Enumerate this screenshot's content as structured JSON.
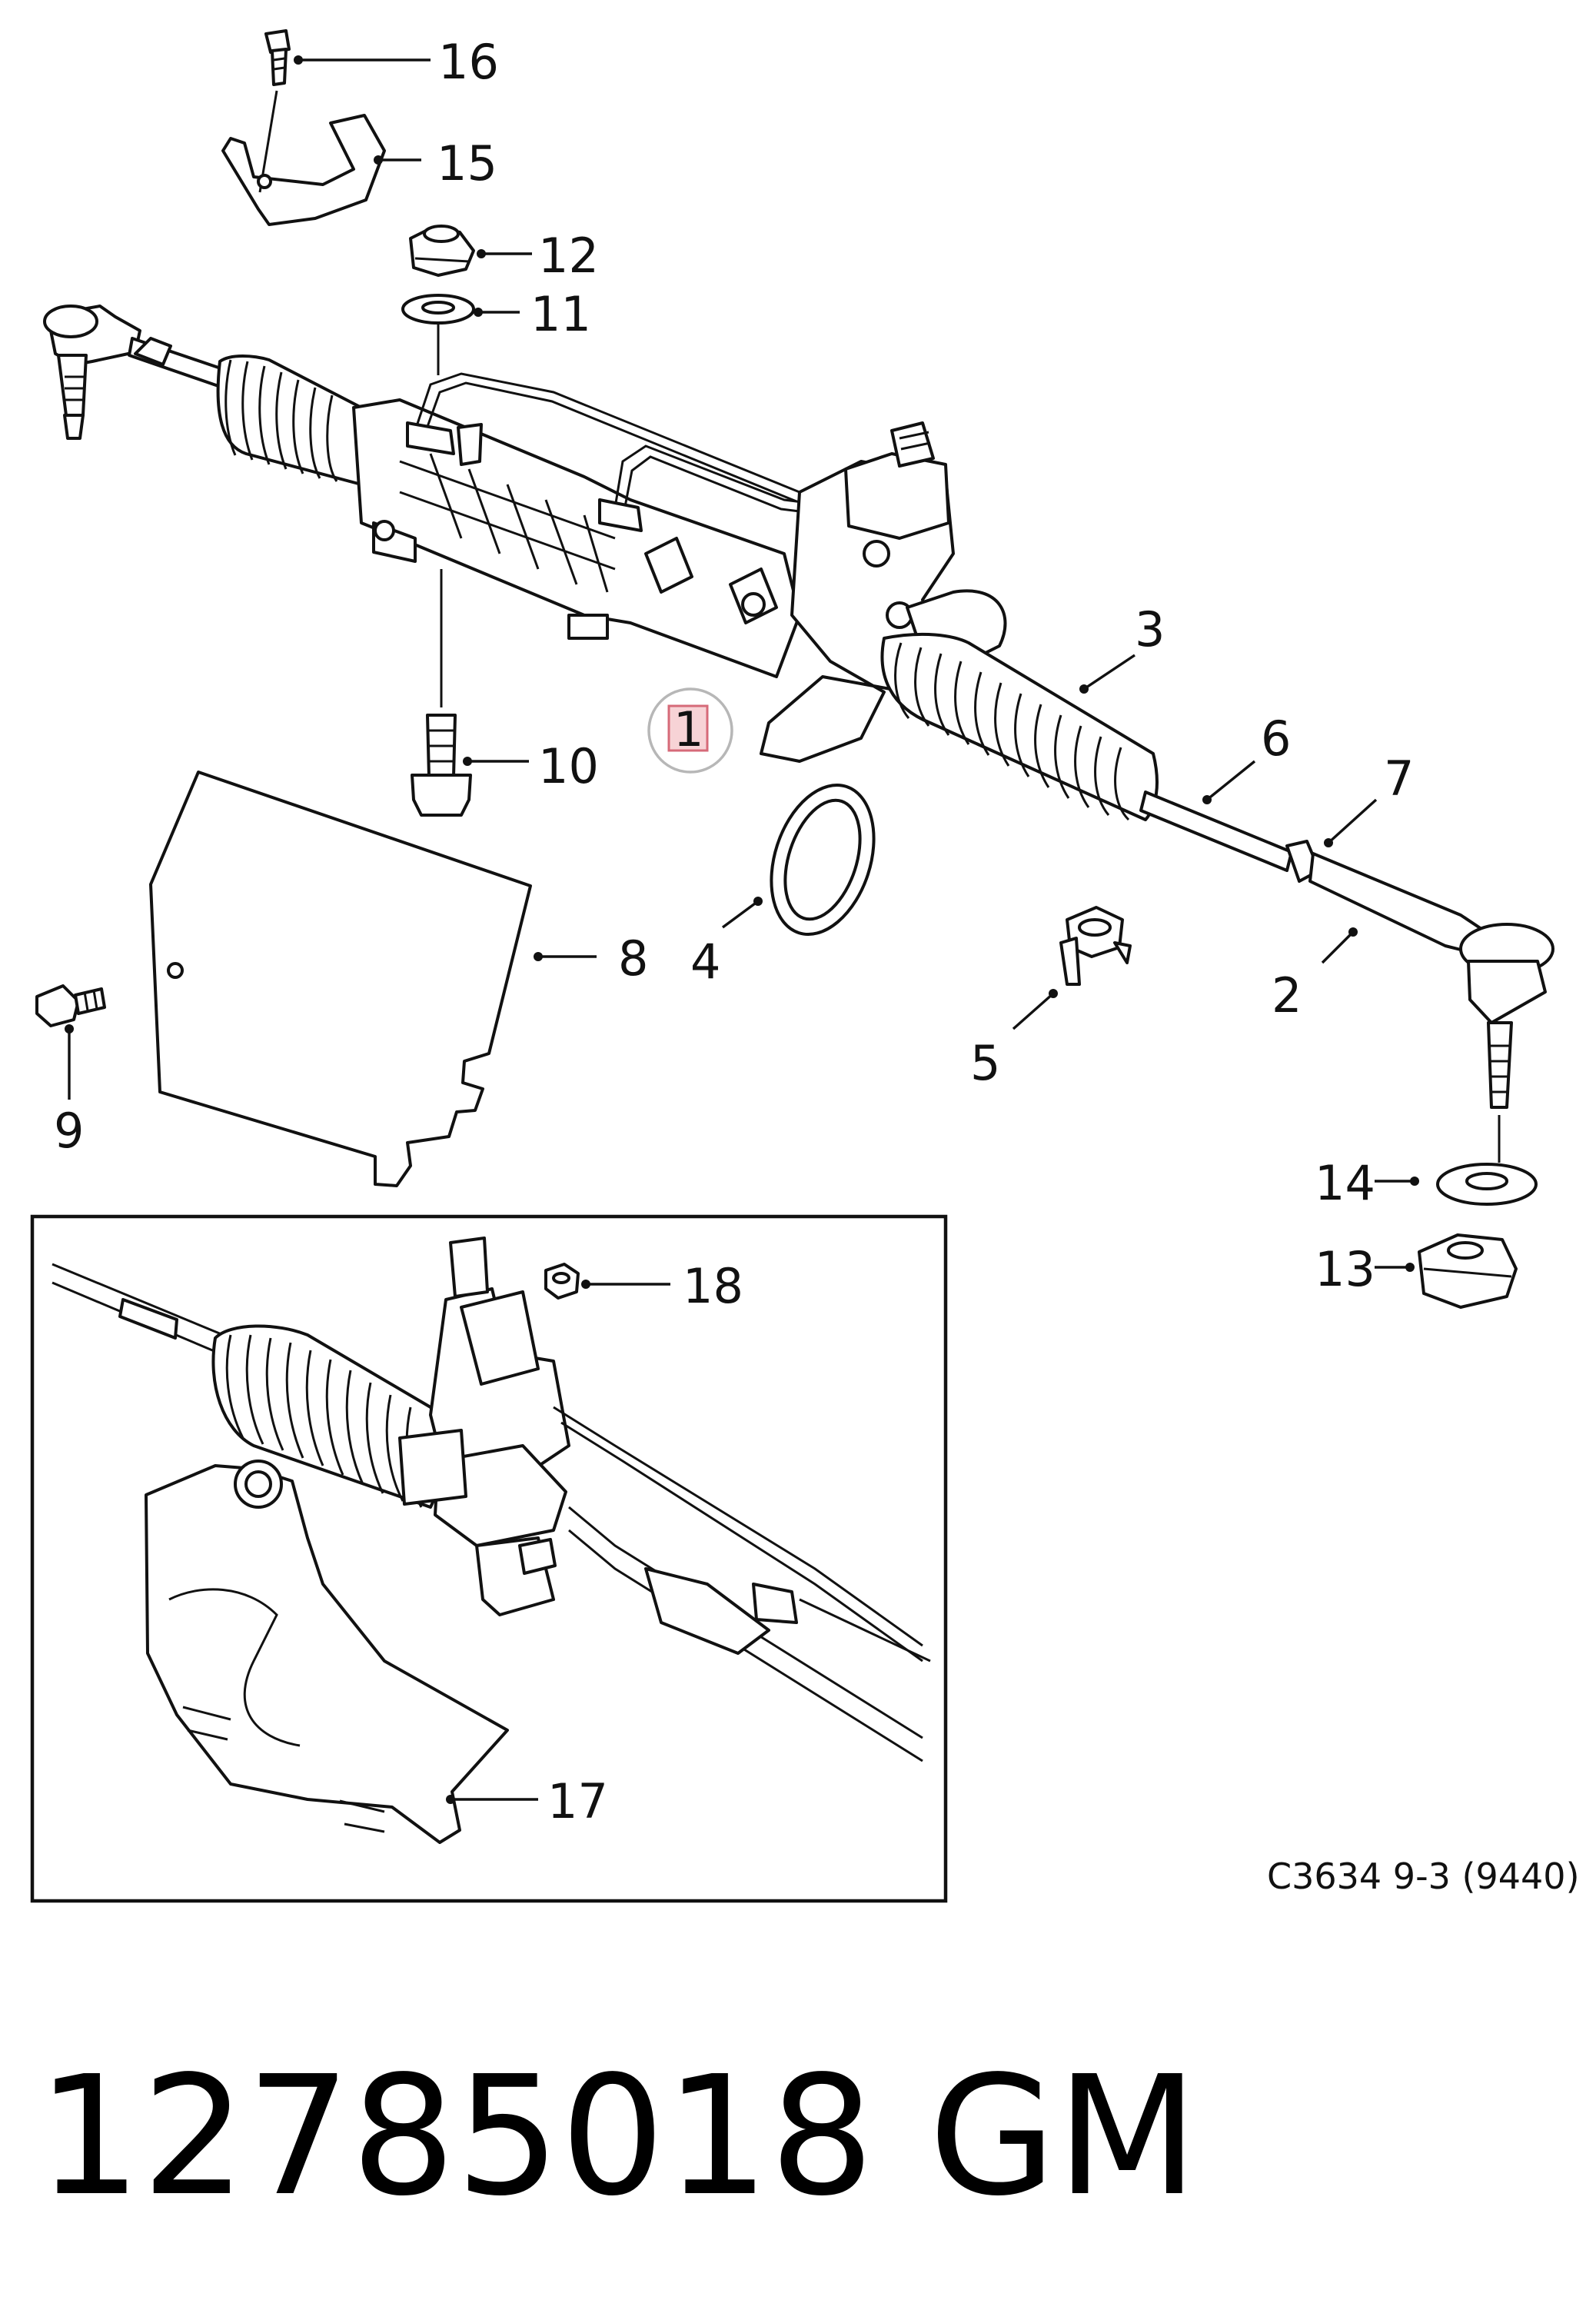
{
  "callouts": [
    {
      "num": "1",
      "note": "selected"
    },
    {
      "num": "2"
    },
    {
      "num": "3"
    },
    {
      "num": "4"
    },
    {
      "num": "5"
    },
    {
      "num": "6"
    },
    {
      "num": "7"
    },
    {
      "num": "8"
    },
    {
      "num": "9"
    },
    {
      "num": "10"
    },
    {
      "num": "11"
    },
    {
      "num": "12"
    },
    {
      "num": "13"
    },
    {
      "num": "14"
    },
    {
      "num": "15"
    },
    {
      "num": "16"
    },
    {
      "num": "17"
    },
    {
      "num": "18"
    }
  ],
  "diagram_ref": "C3634 9-3 (9440)",
  "part_number": "12785018",
  "brand": "GM",
  "colors": {
    "ink": "#111111",
    "highlight_fill": "#f7d3d6",
    "highlight_stroke": "#d66a78"
  }
}
